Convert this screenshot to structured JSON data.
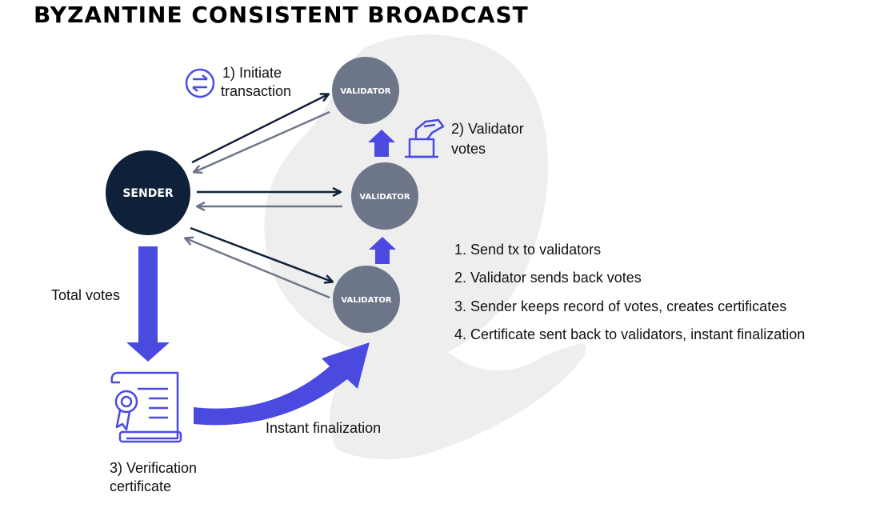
{
  "title": "BYZANTINE CONSISTENT BROADCAST",
  "nodes": {
    "sender": "SENDER",
    "validator_top": "VALIDATOR",
    "validator_mid": "VALIDATOR",
    "validator_bottom": "VALIDATOR"
  },
  "labels": {
    "initiate_line1": "1) Initiate",
    "initiate_line2": "transaction",
    "votes_line1": "2) Validator",
    "votes_line2": "votes",
    "total_votes": "Total votes",
    "certificate_line1": "3) Verification",
    "certificate_line2": "certificate",
    "instant_finalization": "Instant finalization"
  },
  "steps": [
    "1. Send tx to validators",
    "2. Validator sends back votes",
    "3. Sender keeps record of votes, creates certificates",
    "4. Certificate sent back to validators, instant finalization"
  ],
  "icons": {
    "transaction": "exchange-icon",
    "vote": "ballot-box-icon",
    "certificate": "certificate-scroll-icon"
  },
  "colors": {
    "sender": "#0f2138",
    "validator": "#6d7588",
    "accent": "#4a4ae0",
    "forward_arrow": "#0f2138",
    "return_arrow": "#6d7588",
    "watermark": "#eeeeef"
  }
}
